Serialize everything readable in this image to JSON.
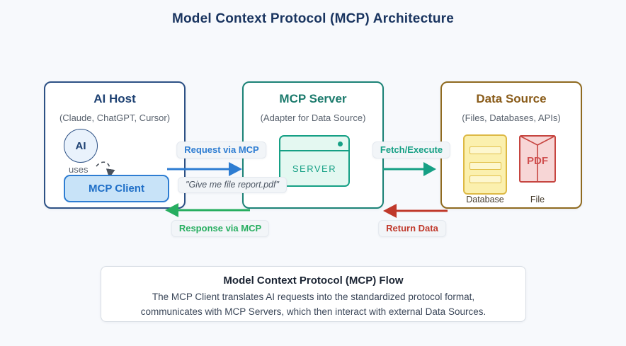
{
  "title": "Model Context Protocol (MCP) Architecture",
  "colors": {
    "arrow_blue": "#2e7dd2",
    "arrow_teal": "#16a085",
    "arrow_green": "#27ae60",
    "arrow_red": "#c0392b",
    "navy_accent": "#2d5185",
    "teal_accent": "#1b8276",
    "gold_accent": "#8f6a1f"
  },
  "diagram": {
    "ai_host": {
      "title": "AI Host",
      "subtitle": "(Claude, ChatGPT, Cursor)",
      "ai_circle_label": "AI",
      "uses_label": "uses",
      "mcp_client_label": "MCP Client"
    },
    "mcp_server": {
      "title": "MCP Server",
      "subtitle": "(Adapter for Data Source)",
      "server_label": "SERVER"
    },
    "data_source": {
      "title": "Data Source",
      "subtitle": "(Files, Databases, APIs)",
      "pdf_label": "PDF",
      "database_label": "Database",
      "file_label": "File"
    },
    "arrows": {
      "request_label": "Request via MCP",
      "request_quote": "\"Give me file report.pdf\"",
      "fetch_label": "Fetch/Execute",
      "response_label": "Response via MCP",
      "return_label": "Return Data"
    }
  },
  "footer": {
    "title": "Model Context Protocol (MCP) Flow",
    "line1": "The MCP Client translates AI requests into the standardized protocol format,",
    "line2": "communicates with MCP Servers, which then interact with external Data Sources."
  }
}
